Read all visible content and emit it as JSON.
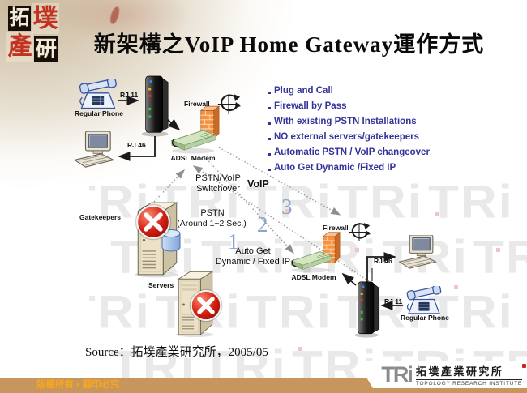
{
  "slide": {
    "title": "新架構之VoIP Home Gateway運作方式"
  },
  "logo": {
    "chars": [
      "拓",
      "墣",
      "產",
      "研"
    ]
  },
  "bullets": {
    "items": [
      "Plug and Call",
      "Firewall by Pass",
      "With existing PSTN Installations",
      "NO external servers/gatekeepers",
      "Automatic PSTN / VoIP changeover",
      "Auto Get Dynamic /Fixed IP"
    ]
  },
  "site_a": {
    "phone": "Regular Phone",
    "rj11": "RJ 11",
    "rj46": "RJ 46",
    "firewall": "Firewall",
    "modem": "ADSL Modem"
  },
  "site_b": {
    "phone": "Regular Phone",
    "rj11": "RJ 11",
    "rj46": "RJ 46",
    "firewall": "Firewall",
    "modem": "ADSL Modem"
  },
  "legacy": {
    "gatekeepers": "Gatekeepers",
    "servers": "Servers"
  },
  "flow": {
    "switchover_line1": "PSTN/VoIP",
    "switchover_line2": "Switchover",
    "voip": "VoIP",
    "pstn": "PSTN",
    "pstn_sub": "(Around 1~2 Sec.)",
    "autoget_line1": "Auto Get",
    "autoget_line2": "Dynamic / Fixed IP",
    "step1": "1",
    "step2": "2",
    "step3": "3"
  },
  "source": {
    "text": "Source：拓墣產業研究所，2005/05"
  },
  "footer": {
    "copyright": "版權所有 ▪ 翻印必究",
    "brand": "TRi",
    "institute_zh": "拓墣產業研究所",
    "institute_en": "TOPOLOGY RESEARCH INSTITUTE"
  },
  "watermark": {
    "text": "TRi"
  },
  "colors": {
    "bullet_text": "#333399",
    "step_numbers": "#8ba5cd",
    "footer_bar": "#c6965c",
    "copyright_text": "#f5a623",
    "firewall_orange": "#f5913f",
    "modem_green": "#d4e6bf",
    "error_red": "#d21e12"
  }
}
